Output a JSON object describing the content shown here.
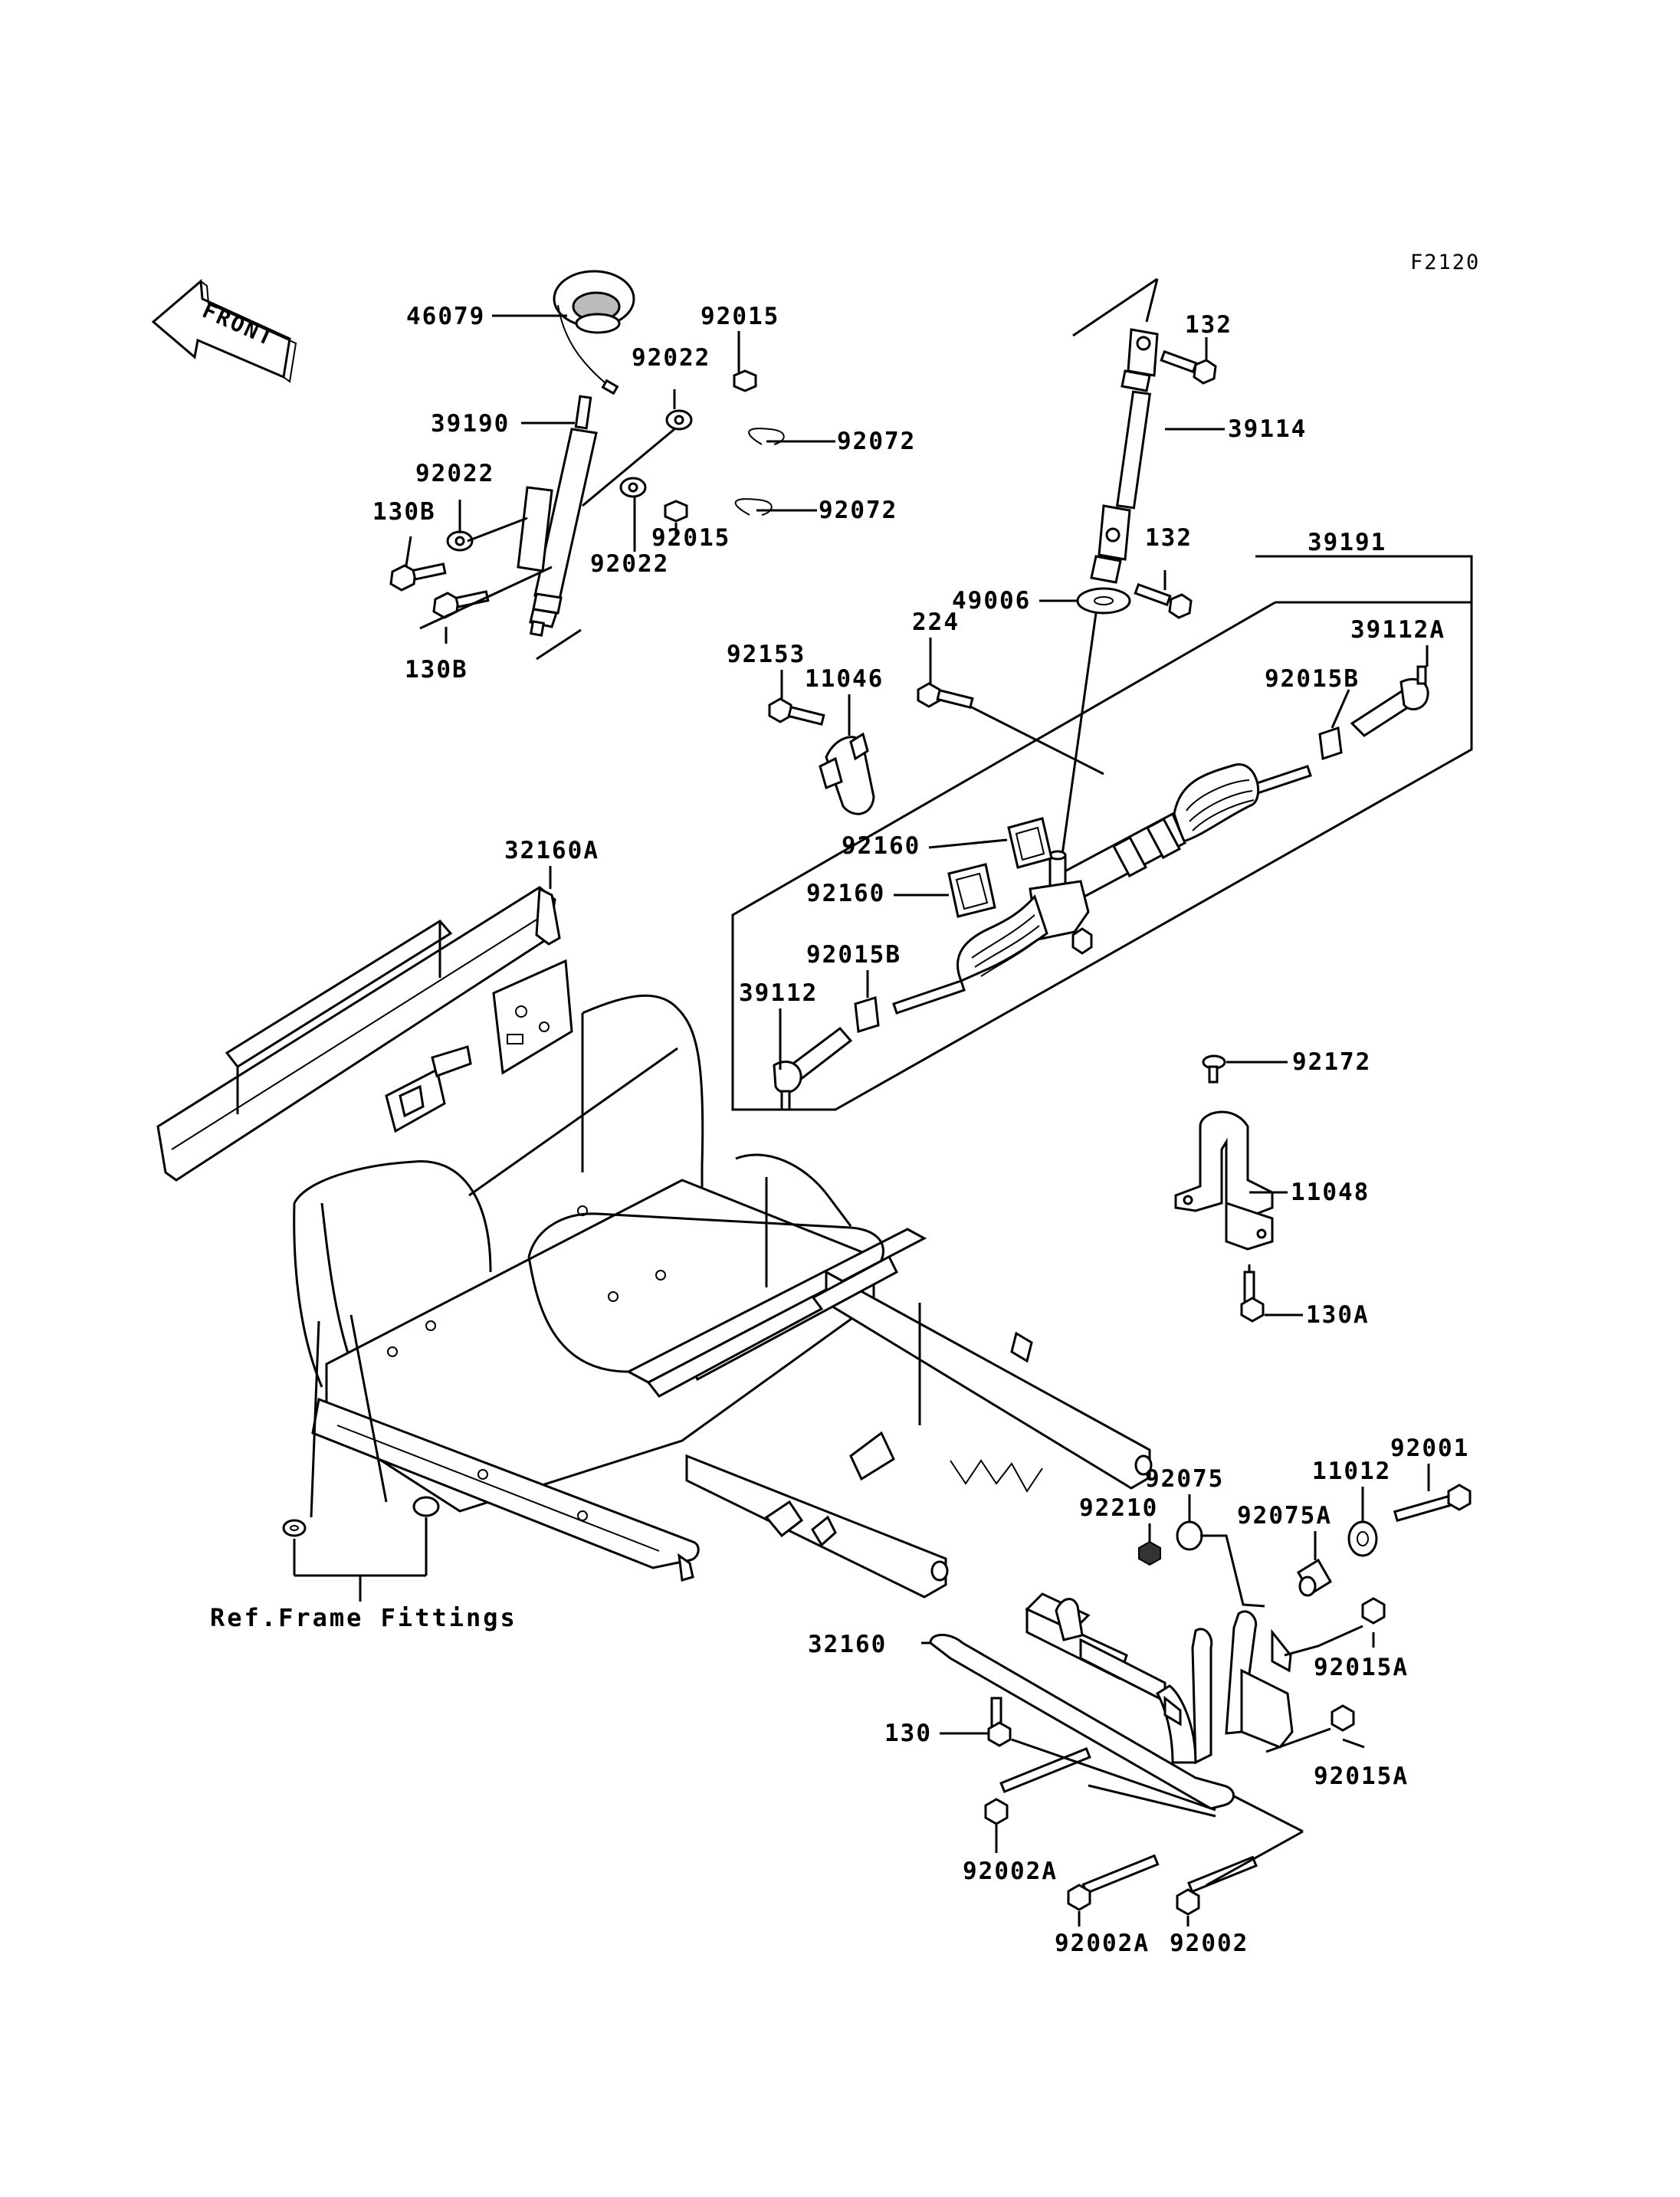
{
  "figure_code": "F2120",
  "direction_label": "FRONT",
  "reference_label": "Ref.Frame Fittings",
  "part_numbers": {
    "p46079": "46079",
    "p92015_top": "92015",
    "p92022_top": "92022",
    "p92072_a": "92072",
    "p92072_b": "92072",
    "p39190": "39190",
    "p92022_left": "92022",
    "p130B_a": "130B",
    "p92015_mid": "92015",
    "p92022_mid": "92022",
    "p130B_b": "130B",
    "p132_a": "132",
    "p39114": "39114",
    "p132_b": "132",
    "p39191": "39191",
    "p49006": "49006",
    "p224": "224",
    "p39112A": "39112A",
    "p92153": "92153",
    "p11046": "11046",
    "p92015B_a": "92015B",
    "p32160A": "32160A",
    "p92160_a": "92160",
    "p92160_b": "92160",
    "p92015B_b": "92015B",
    "p39112": "39112",
    "p92172": "92172",
    "p11048": "11048",
    "p130A": "130A",
    "p92001": "92001",
    "p92075": "92075",
    "p11012": "11012",
    "p92210": "92210",
    "p92075A": "92075A",
    "p92015A_a": "92015A",
    "p32160": "32160",
    "p130": "130",
    "p92015A_b": "92015A",
    "p92002A_a": "92002A",
    "p92002A_b": "92002A",
    "p92002": "92002"
  }
}
